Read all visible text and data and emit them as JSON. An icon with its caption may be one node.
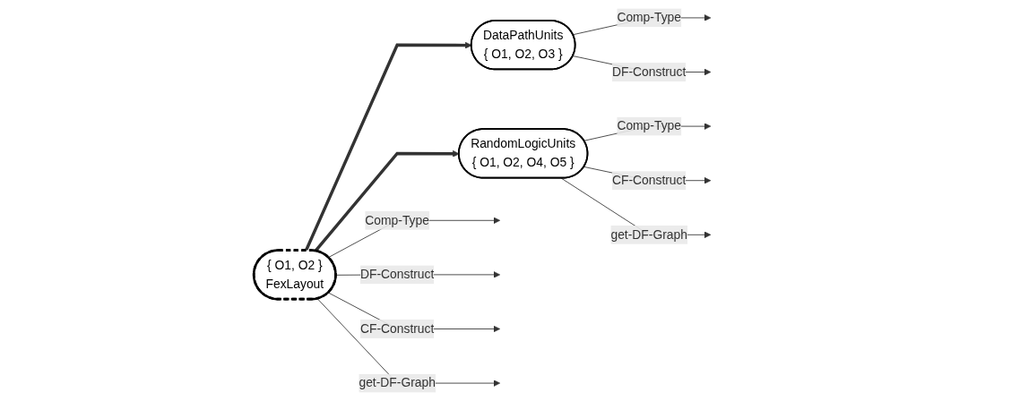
{
  "diagram": {
    "nodes": [
      {
        "text": [
          "DataPathUnits",
          "{ O1, O2, O3 }"
        ]
      },
      {
        "text": [
          "RandomLogicUnits",
          "{ O1, O2, O4, O5 }"
        ]
      },
      {
        "text": [
          "{ O1, O2 }",
          "FexLayout"
        ]
      }
    ],
    "edges": [
      {
        "from": 2,
        "to": 0,
        "arrow": "to",
        "style": "thick"
      },
      {
        "from": 2,
        "to": 1,
        "arrow": "to",
        "style": "thick"
      },
      {
        "from": 0,
        "to": null,
        "arrow": "to",
        "label": "Comp-Type"
      },
      {
        "from": 0,
        "to": null,
        "arrow": "to",
        "label": "DF-Construct"
      },
      {
        "from": 1,
        "to": null,
        "arrow": "to",
        "label": "Comp-Type"
      },
      {
        "from": 1,
        "to": null,
        "arrow": "to",
        "label": "CF-Construct"
      },
      {
        "from": 1,
        "to": null,
        "arrow": "to",
        "label": "get-DF-Graph"
      },
      {
        "from": 2,
        "to": null,
        "arrow": "to",
        "label": "Comp-Type"
      },
      {
        "from": 2,
        "to": null,
        "arrow": "to",
        "label": "DF-Construct"
      },
      {
        "from": 2,
        "to": null,
        "arrow": "to",
        "label": "CF-Construct"
      },
      {
        "from": 2,
        "to": null,
        "arrow": "to",
        "label": "get-DF-Graph"
      }
    ]
  }
}
